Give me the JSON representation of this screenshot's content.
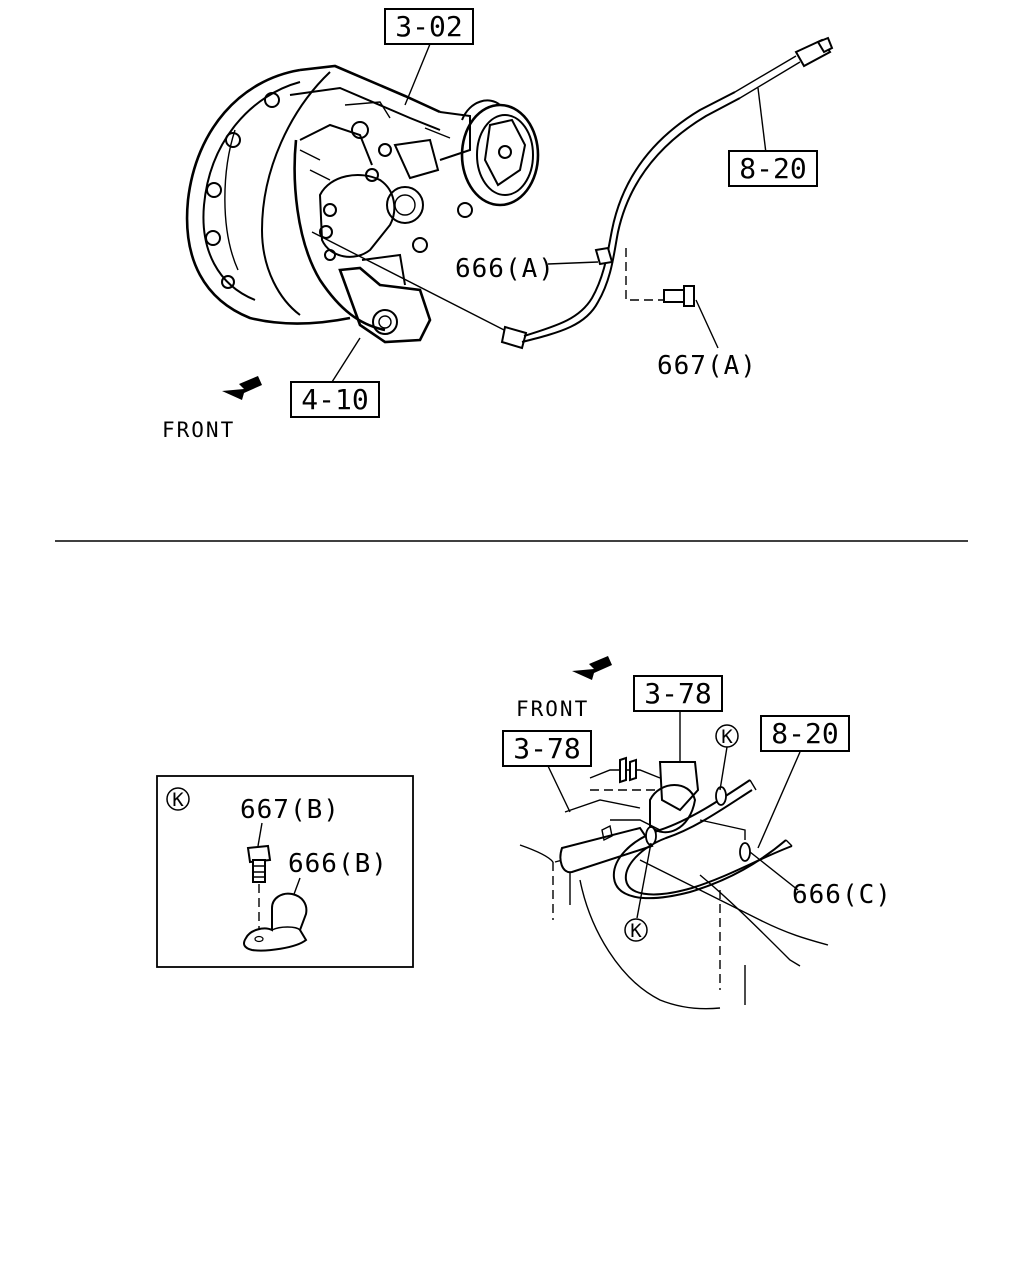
{
  "top_view": {
    "callouts": {
      "ref_3_02": "3-02",
      "ref_8_20": "8-20",
      "ref_4_10": "4-10",
      "part_666a": "666(A)",
      "part_667a": "667(A)",
      "front": "FRONT"
    }
  },
  "bottom_view": {
    "callouts": {
      "ref_3_78_upper": "3-78",
      "ref_3_78_lower": "3-78",
      "ref_8_20": "8-20",
      "part_666c": "666(C)",
      "front": "FRONT",
      "k_marker": "K"
    },
    "detail_k": {
      "marker": "K",
      "part_667b": "667(B)",
      "part_666b": "666(B)"
    }
  }
}
